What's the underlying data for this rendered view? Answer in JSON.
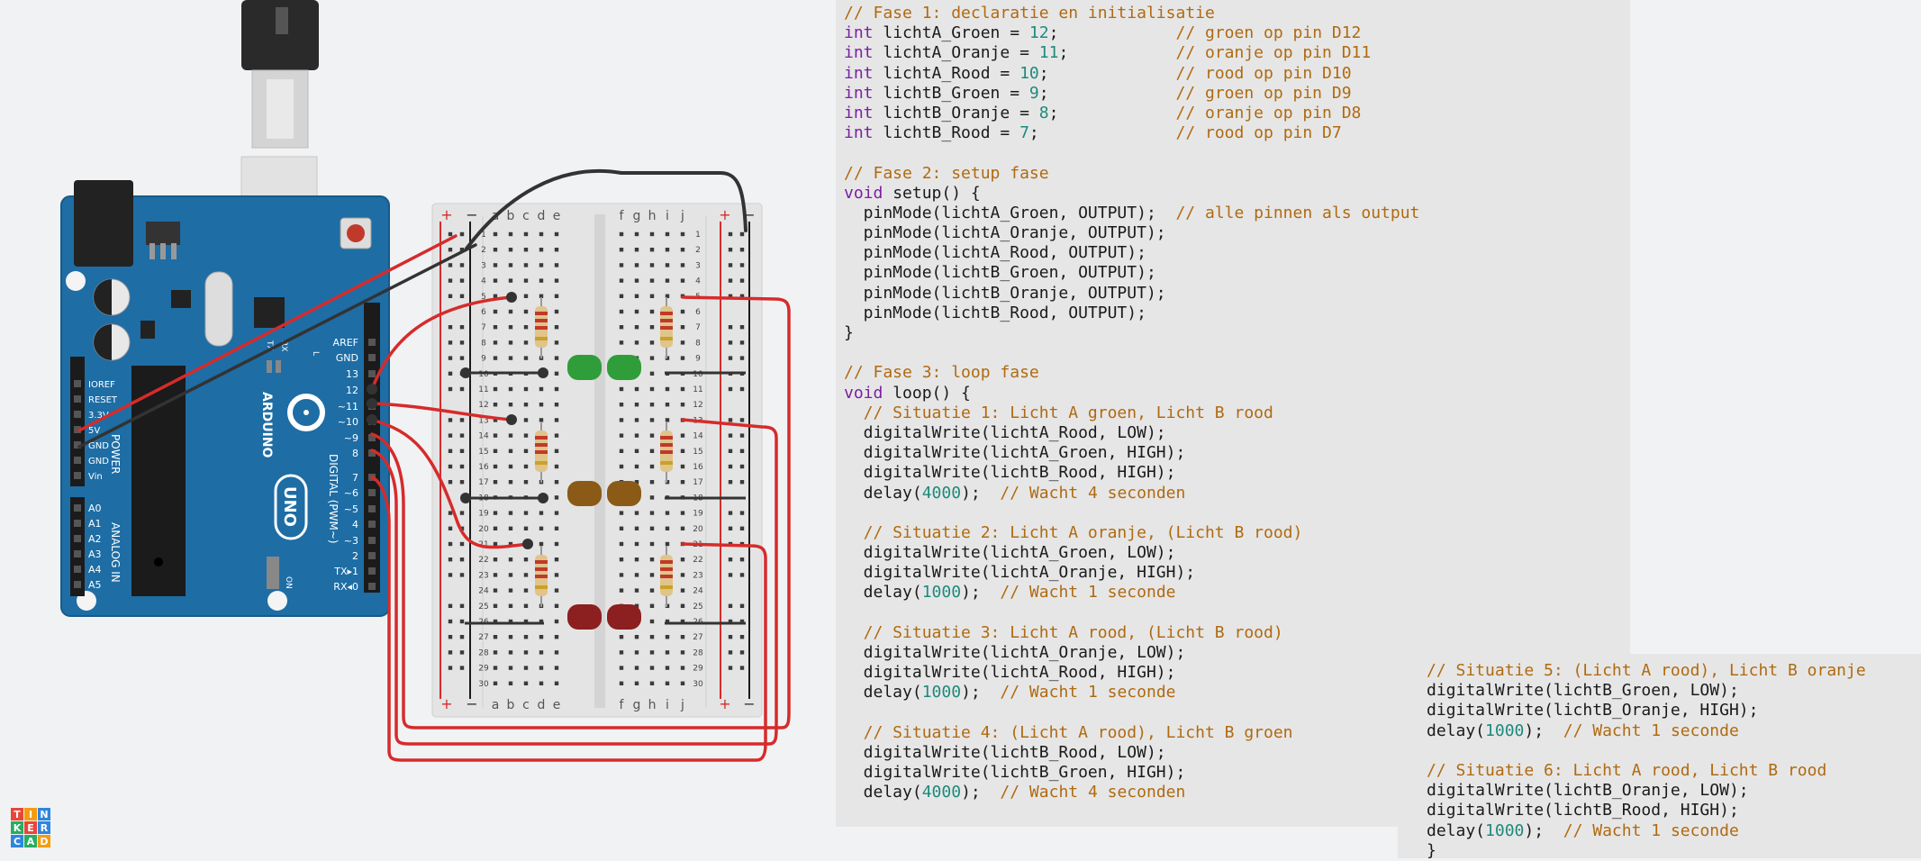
{
  "colors": {
    "code_keyword": "#7b1fa2",
    "code_number": "#1d8a7c",
    "code_comment": "#b06a10",
    "arduino_blue": "#1e6da5",
    "wire_red": "#d62b2b",
    "wire_black": "#333333",
    "led_green": "#2f9e3a",
    "led_orange": "#8a5a16",
    "led_red": "#8c1f1f"
  },
  "logo": {
    "letters": [
      "T",
      "I",
      "N",
      "K",
      "E",
      "R",
      "C",
      "A",
      "D"
    ]
  },
  "arduino": {
    "brand": "ARDUINO",
    "model": "UNO",
    "digital_label": "DIGITAL (PWM~)",
    "power_label": "POWER",
    "analog_label": "ANALOG IN",
    "on_label": "ON",
    "tx_label": "TX",
    "rx_label": "RX",
    "l_label": "L",
    "digital_pins": [
      "AREF",
      "GND",
      "13",
      "12",
      "~11",
      "~10",
      "~9",
      "8",
      "7",
      "~6",
      "~5",
      "4",
      "~3",
      "2",
      "TX▸1",
      "RX◂0"
    ],
    "power_pins": [
      "IOREF",
      "RESET",
      "3.3V",
      "5V",
      "GND",
      "GND",
      "Vin"
    ],
    "analog_pins": [
      "A0",
      "A1",
      "A2",
      "A3",
      "A4",
      "A5"
    ]
  },
  "breadboard": {
    "cols_left": [
      "a",
      "b",
      "c",
      "d",
      "e"
    ],
    "cols_right": [
      "f",
      "g",
      "h",
      "i",
      "j"
    ],
    "rows": [
      "1",
      "2",
      "3",
      "4",
      "5",
      "6",
      "7",
      "8",
      "9",
      "10",
      "11",
      "12",
      "13",
      "14",
      "15",
      "16",
      "17",
      "18",
      "19",
      "20",
      "21",
      "22",
      "23",
      "24",
      "25",
      "26",
      "27",
      "28",
      "29",
      "30"
    ],
    "plus": "+",
    "minus": "−"
  },
  "code_main": [
    [
      [
        "cm",
        "// Fase 1: declaratie en initialisatie"
      ]
    ],
    [
      [
        "kw",
        "int"
      ],
      [
        "pl",
        " lichtA_Groen = "
      ],
      [
        "num",
        "12"
      ],
      [
        "pl",
        ";            "
      ],
      [
        "cm",
        "// groen op pin D12"
      ]
    ],
    [
      [
        "kw",
        "int"
      ],
      [
        "pl",
        " lichtA_Oranje = "
      ],
      [
        "num",
        "11"
      ],
      [
        "pl",
        ";           "
      ],
      [
        "cm",
        "// oranje op pin D11"
      ]
    ],
    [
      [
        "kw",
        "int"
      ],
      [
        "pl",
        " lichtA_Rood = "
      ],
      [
        "num",
        "10"
      ],
      [
        "pl",
        ";             "
      ],
      [
        "cm",
        "// rood op pin D10"
      ]
    ],
    [
      [
        "kw",
        "int"
      ],
      [
        "pl",
        " lichtB_Groen = "
      ],
      [
        "num",
        "9"
      ],
      [
        "pl",
        ";             "
      ],
      [
        "cm",
        "// groen op pin D9"
      ]
    ],
    [
      [
        "kw",
        "int"
      ],
      [
        "pl",
        " lichtB_Oranje = "
      ],
      [
        "num",
        "8"
      ],
      [
        "pl",
        ";            "
      ],
      [
        "cm",
        "// oranje op pin D8"
      ]
    ],
    [
      [
        "kw",
        "int"
      ],
      [
        "pl",
        " lichtB_Rood = "
      ],
      [
        "num",
        "7"
      ],
      [
        "pl",
        ";              "
      ],
      [
        "cm",
        "// rood op pin D7"
      ]
    ],
    [],
    [
      [
        "cm",
        "// Fase 2: setup fase"
      ]
    ],
    [
      [
        "kw",
        "void"
      ],
      [
        "pl",
        " setup() {"
      ]
    ],
    [
      [
        "pl",
        "  pinMode(lichtA_Groen, OUTPUT);  "
      ],
      [
        "cm",
        "// alle pinnen als output"
      ]
    ],
    [
      [
        "pl",
        "  pinMode(lichtA_Oranje, OUTPUT);"
      ]
    ],
    [
      [
        "pl",
        "  pinMode(lichtA_Rood, OUTPUT);"
      ]
    ],
    [
      [
        "pl",
        "  pinMode(lichtB_Groen, OUTPUT);"
      ]
    ],
    [
      [
        "pl",
        "  pinMode(lichtB_Oranje, OUTPUT);"
      ]
    ],
    [
      [
        "pl",
        "  pinMode(lichtB_Rood, OUTPUT);"
      ]
    ],
    [
      [
        "pl",
        "}"
      ]
    ],
    [],
    [
      [
        "cm",
        "// Fase 3: loop fase"
      ]
    ],
    [
      [
        "kw",
        "void"
      ],
      [
        "pl",
        " loop() {"
      ]
    ],
    [
      [
        "cm",
        "  // Situatie 1: Licht A groen, Licht B rood"
      ]
    ],
    [
      [
        "pl",
        "  digitalWrite(lichtA_Rood, LOW);"
      ]
    ],
    [
      [
        "pl",
        "  digitalWrite(lichtA_Groen, HIGH);"
      ]
    ],
    [
      [
        "pl",
        "  digitalWrite(lichtB_Rood, HIGH);"
      ]
    ],
    [
      [
        "pl",
        "  delay("
      ],
      [
        "num",
        "4000"
      ],
      [
        "pl",
        ");  "
      ],
      [
        "cm",
        "// Wacht 4 seconden"
      ]
    ],
    [],
    [
      [
        "cm",
        "  // Situatie 2: Licht A oranje, (Licht B rood)"
      ]
    ],
    [
      [
        "pl",
        "  digitalWrite(lichtA_Groen, LOW);"
      ]
    ],
    [
      [
        "pl",
        "  digitalWrite(lichtA_Oranje, HIGH);"
      ]
    ],
    [
      [
        "pl",
        "  delay("
      ],
      [
        "num",
        "1000"
      ],
      [
        "pl",
        ");  "
      ],
      [
        "cm",
        "// Wacht 1 seconde"
      ]
    ],
    [],
    [
      [
        "cm",
        "  // Situatie 3: Licht A rood, (Licht B rood)"
      ]
    ],
    [
      [
        "pl",
        "  digitalWrite(lichtA_Oranje, LOW);"
      ]
    ],
    [
      [
        "pl",
        "  digitalWrite(lichtA_Rood, HIGH);"
      ]
    ],
    [
      [
        "pl",
        "  delay("
      ],
      [
        "num",
        "1000"
      ],
      [
        "pl",
        ");  "
      ],
      [
        "cm",
        "// Wacht 1 seconde"
      ]
    ],
    [],
    [
      [
        "cm",
        "  // Situatie 4: (Licht A rood), Licht B groen"
      ]
    ],
    [
      [
        "pl",
        "  digitalWrite(lichtB_Rood, LOW);"
      ]
    ],
    [
      [
        "pl",
        "  digitalWrite(lichtB_Groen, HIGH);"
      ]
    ],
    [
      [
        "pl",
        "  delay("
      ],
      [
        "num",
        "4000"
      ],
      [
        "pl",
        ");  "
      ],
      [
        "cm",
        "// Wacht 4 seconden"
      ]
    ]
  ],
  "code_side": [
    [
      [
        "cm",
        "// Situatie 5: (Licht A rood), Licht B oranje"
      ]
    ],
    [
      [
        "pl",
        "digitalWrite(lichtB_Groen, LOW);"
      ]
    ],
    [
      [
        "pl",
        "digitalWrite(lichtB_Oranje, HIGH);"
      ]
    ],
    [
      [
        "pl",
        "delay("
      ],
      [
        "num",
        "1000"
      ],
      [
        "pl",
        ");  "
      ],
      [
        "cm",
        "// Wacht 1 seconde"
      ]
    ],
    [],
    [
      [
        "cm",
        "// Situatie 6: Licht A rood, Licht B rood"
      ]
    ],
    [
      [
        "pl",
        "digitalWrite(lichtB_Oranje, LOW);"
      ]
    ],
    [
      [
        "pl",
        "digitalWrite(lichtB_Rood, HIGH);"
      ]
    ],
    [
      [
        "pl",
        "delay("
      ],
      [
        "num",
        "1000"
      ],
      [
        "pl",
        ");  "
      ],
      [
        "cm",
        "// Wacht 1 seconde"
      ]
    ],
    [
      [
        "pl",
        "}"
      ]
    ]
  ]
}
